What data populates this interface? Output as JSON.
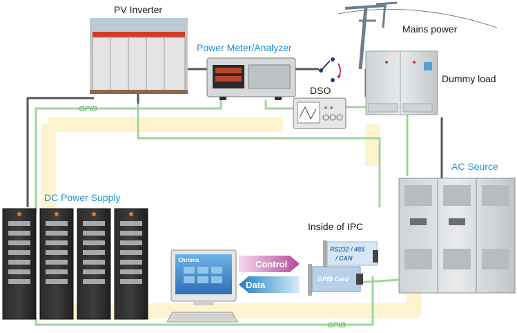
{
  "labels": {
    "pv_inverter": "PV Inverter",
    "power_meter": "Power Meter/Analyzer",
    "mains_power": "Mains power",
    "dummy_load": "Dummy load",
    "dso": "DSO",
    "ac_source": "AC Source",
    "dc_power_supply": "DC Power Supply",
    "inside_ipc": "Inside of IPC",
    "gpib_top": "GPIB",
    "gpib_bottom": "GPIB"
  },
  "ipc": {
    "card_serial_line1": "RS232 / 485",
    "card_serial_line2": "/ CAN",
    "card_gpib": "GPIB Card"
  },
  "computer": {
    "brand": "Chroma"
  },
  "flows": {
    "control": "Control",
    "data": "Data"
  },
  "colors": {
    "gpib_line": "#9fd49a",
    "cable_gray": "#555555",
    "label_blue": "#1f8fd6",
    "highlight_path": "#fdf3c9",
    "control_arrow": "#b44a9a",
    "data_arrow": "#1e7fc2"
  },
  "icons": {
    "power_tower": "utility-pole-icon",
    "switch": "switch-icon"
  }
}
